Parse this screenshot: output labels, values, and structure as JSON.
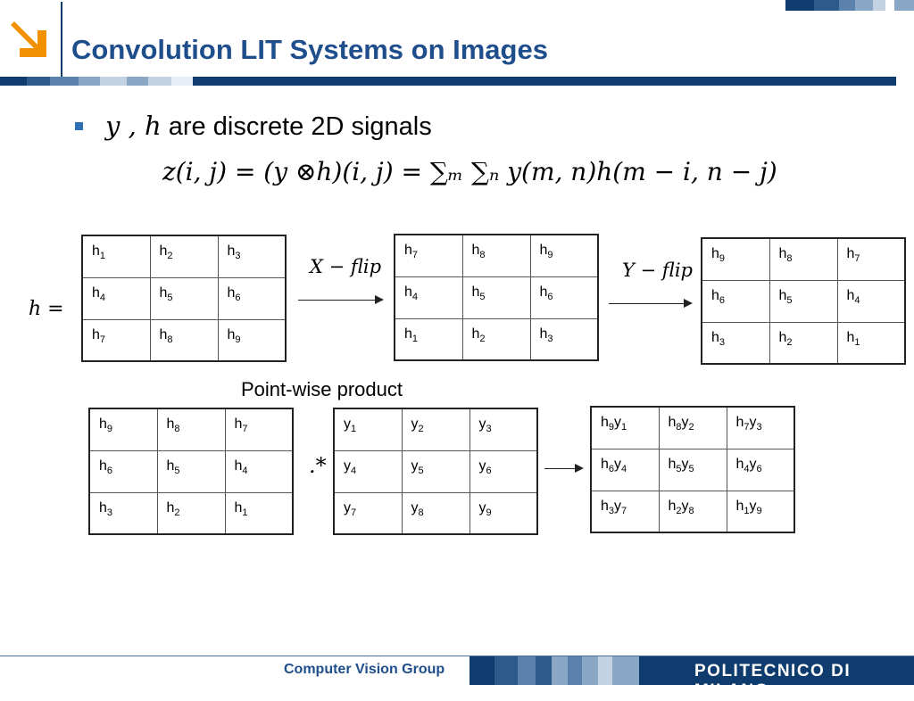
{
  "slide": {
    "title": "Convolution LIT Systems on Images",
    "bullet": {
      "math_lead": "y , h",
      "text": " are discrete 2D signals"
    },
    "formula": "z(i, j) = (y ⊗h)(i, j) =  ∑ₘ ∑ₙ  y(m, n)h(m − i, n − j)",
    "h_label": "h =",
    "x_flip_label": "X − flip",
    "y_flip_label": "Y − flip",
    "pointwise_label": "Point-wise product",
    "pointwise_operator": ".*"
  },
  "matrices": {
    "h": [
      [
        "h",
        "1"
      ],
      [
        "h",
        "2"
      ],
      [
        "h",
        "3"
      ],
      [
        "h",
        "4"
      ],
      [
        "h",
        "5"
      ],
      [
        "h",
        "6"
      ],
      [
        "h",
        "7"
      ],
      [
        "h",
        "8"
      ],
      [
        "h",
        "9"
      ]
    ],
    "xflip": [
      [
        "h",
        "7"
      ],
      [
        "h",
        "8"
      ],
      [
        "h",
        "9"
      ],
      [
        "h",
        "4"
      ],
      [
        "h",
        "5"
      ],
      [
        "h",
        "6"
      ],
      [
        "h",
        "1"
      ],
      [
        "h",
        "2"
      ],
      [
        "h",
        "3"
      ]
    ],
    "yflip": [
      [
        "h",
        "9"
      ],
      [
        "h",
        "8"
      ],
      [
        "h",
        "7"
      ],
      [
        "h",
        "6"
      ],
      [
        "h",
        "5"
      ],
      [
        "h",
        "4"
      ],
      [
        "h",
        "3"
      ],
      [
        "h",
        "2"
      ],
      [
        "h",
        "1"
      ]
    ],
    "flipped": [
      [
        "h",
        "9"
      ],
      [
        "h",
        "8"
      ],
      [
        "h",
        "7"
      ],
      [
        "h",
        "6"
      ],
      [
        "h",
        "5"
      ],
      [
        "h",
        "4"
      ],
      [
        "h",
        "3"
      ],
      [
        "h",
        "2"
      ],
      [
        "h",
        "1"
      ]
    ],
    "y": [
      [
        "y",
        "1"
      ],
      [
        "y",
        "2"
      ],
      [
        "y",
        "3"
      ],
      [
        "y",
        "4"
      ],
      [
        "y",
        "5"
      ],
      [
        "y",
        "6"
      ],
      [
        "y",
        "7"
      ],
      [
        "y",
        "8"
      ],
      [
        "y",
        "9"
      ]
    ],
    "product": [
      [
        "h",
        "9",
        "y",
        "1"
      ],
      [
        "h",
        "8",
        "y",
        "2"
      ],
      [
        "h",
        "7",
        "y",
        "3"
      ],
      [
        "h",
        "6",
        "y",
        "4"
      ],
      [
        "h",
        "5",
        "y",
        "5"
      ],
      [
        "h",
        "4",
        "y",
        "6"
      ],
      [
        "h",
        "3",
        "y",
        "7"
      ],
      [
        "h",
        "2",
        "y",
        "8"
      ],
      [
        "h",
        "1",
        "y",
        "9"
      ]
    ]
  },
  "footer": {
    "group": "Computer Vision Group",
    "brand": "POLITECNICO DI MILANO"
  },
  "colors": {
    "title": "#1f4e8c",
    "dark_blue": "#0e3c6e",
    "accent_orange": "#f29100",
    "bullet": "#2f6fb5",
    "strip_palette": [
      "#0e3c6e",
      "#2c5a8a",
      "#5a82ad",
      "#8aa7c6",
      "#c2d2e3",
      "#ffffff"
    ]
  },
  "icons": {
    "logo": "arrow-down-right-icon"
  }
}
